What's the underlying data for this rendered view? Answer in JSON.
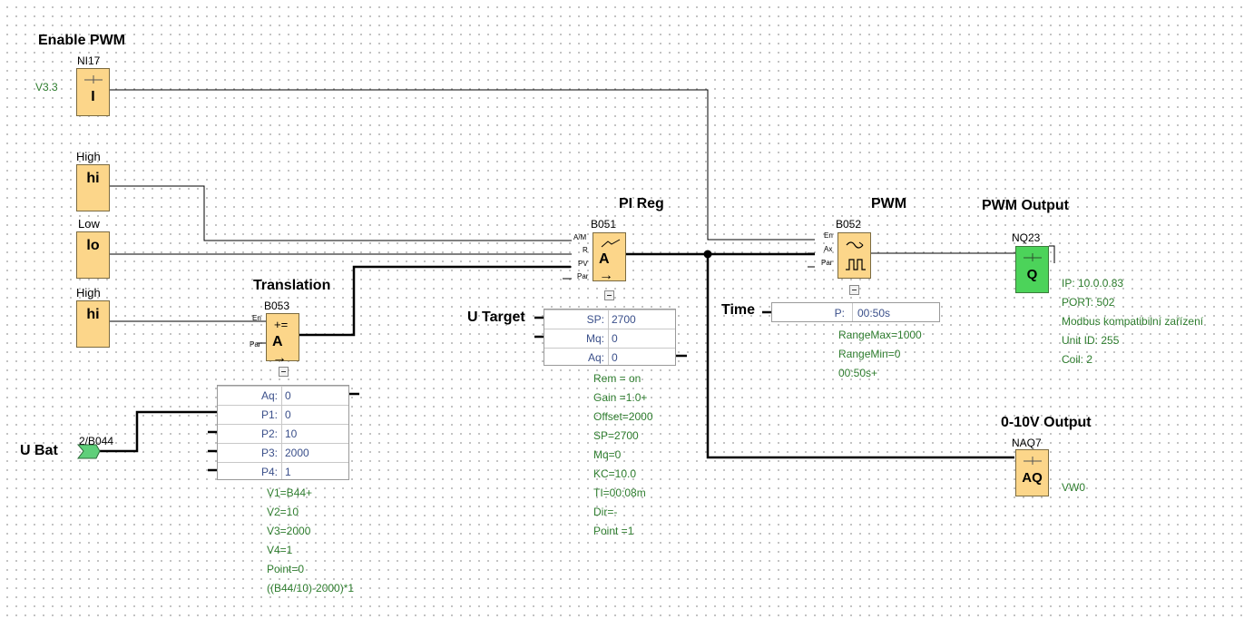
{
  "inputs": {
    "enable_pwm": {
      "title": "Enable PWM",
      "id": "NI17",
      "symbol": "I",
      "param": "V3.3"
    },
    "high_top": {
      "title": "High",
      "symbol": "hi"
    },
    "low": {
      "title": "Low",
      "symbol": "lo"
    },
    "high_bottom": {
      "title": "High",
      "symbol": "hi"
    }
  },
  "translation": {
    "title": "Translation",
    "id": "B053",
    "symbol": "A",
    "pins": [
      "En",
      "Par"
    ],
    "params": [
      {
        "key": "Aq:",
        "value": "0"
      },
      {
        "key": "P1:",
        "value": "0"
      },
      {
        "key": "P2:",
        "value": "10"
      },
      {
        "key": "P3:",
        "value": "2000"
      },
      {
        "key": "P4:",
        "value": "1"
      }
    ],
    "info": [
      "V1=B44+",
      "V2=10",
      "V3=2000",
      "V4=1",
      "Point=0",
      "((B44/10)-2000)*1"
    ]
  },
  "ubat": {
    "label": "U Bat",
    "ref": "2/B044"
  },
  "pi_reg": {
    "title": "PI Reg",
    "id": "B051",
    "symbol": "A",
    "pins": [
      "A/M",
      "R",
      "PV",
      "Par"
    ],
    "target_label": "U Target",
    "params": [
      {
        "key": "SP:",
        "value": "2700"
      },
      {
        "key": "Mq:",
        "value": "0"
      },
      {
        "key": "Aq:",
        "value": "0"
      }
    ],
    "info": [
      "Rem = on",
      "Gain =1.0+",
      "Offset=2000",
      "SP=2700",
      "Mq=0",
      "KC=10.0",
      "TI=00:08m",
      "Dir=-",
      "Point =1"
    ]
  },
  "pwm": {
    "title": "PWM",
    "id": "B052",
    "pins": [
      "En",
      "Ax",
      "Par"
    ],
    "time_label": "Time",
    "param": {
      "key": "P:",
      "value": "00:50s"
    },
    "info": [
      "RangeMax=1000",
      "RangeMin=0",
      "00:50s+"
    ]
  },
  "pwm_output": {
    "title": "PWM Output",
    "id": "NQ23",
    "symbol": "Q",
    "info": [
      "IP: 10.0.0.83",
      "PORT: 502",
      "Modbus kompatibilní zařízení",
      "Unit ID: 255",
      "Coil: 2"
    ]
  },
  "analog_output": {
    "title": "0-10V Output",
    "id": "NAQ7",
    "symbol": "AQ",
    "info": [
      "VW0"
    ]
  },
  "colors": {
    "block": "#fcd68a",
    "output_block": "#4cd35a",
    "param_text": "#3a4f8a",
    "comment_text": "#2e7d2e"
  }
}
